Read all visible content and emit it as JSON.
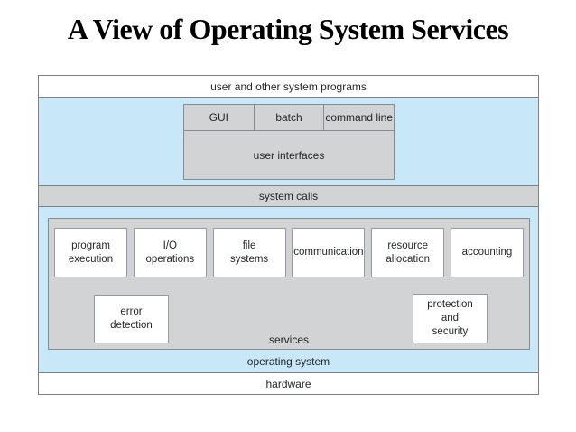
{
  "title": "A View of Operating System Services",
  "colors": {
    "band_blue": "#c8e7f8",
    "box_gray": "#d1d3d4",
    "border_gray": "#7e8285",
    "text": "#242628"
  },
  "diagram": {
    "user_programs_label": "user and other system programs",
    "user_interfaces": {
      "types": [
        "GUI",
        "batch",
        "command line"
      ],
      "label": "user interfaces"
    },
    "system_calls_label": "system calls",
    "services": {
      "row1": [
        "program\nexecution",
        "I/O\noperations",
        "file\nsystems",
        "communication",
        "resource\nallocation",
        "accounting"
      ],
      "error_detection": "error\ndetection",
      "protection_security": "protection\nand\nsecurity",
      "label": "services"
    },
    "operating_system_label": "operating system",
    "hardware_label": "hardware"
  }
}
